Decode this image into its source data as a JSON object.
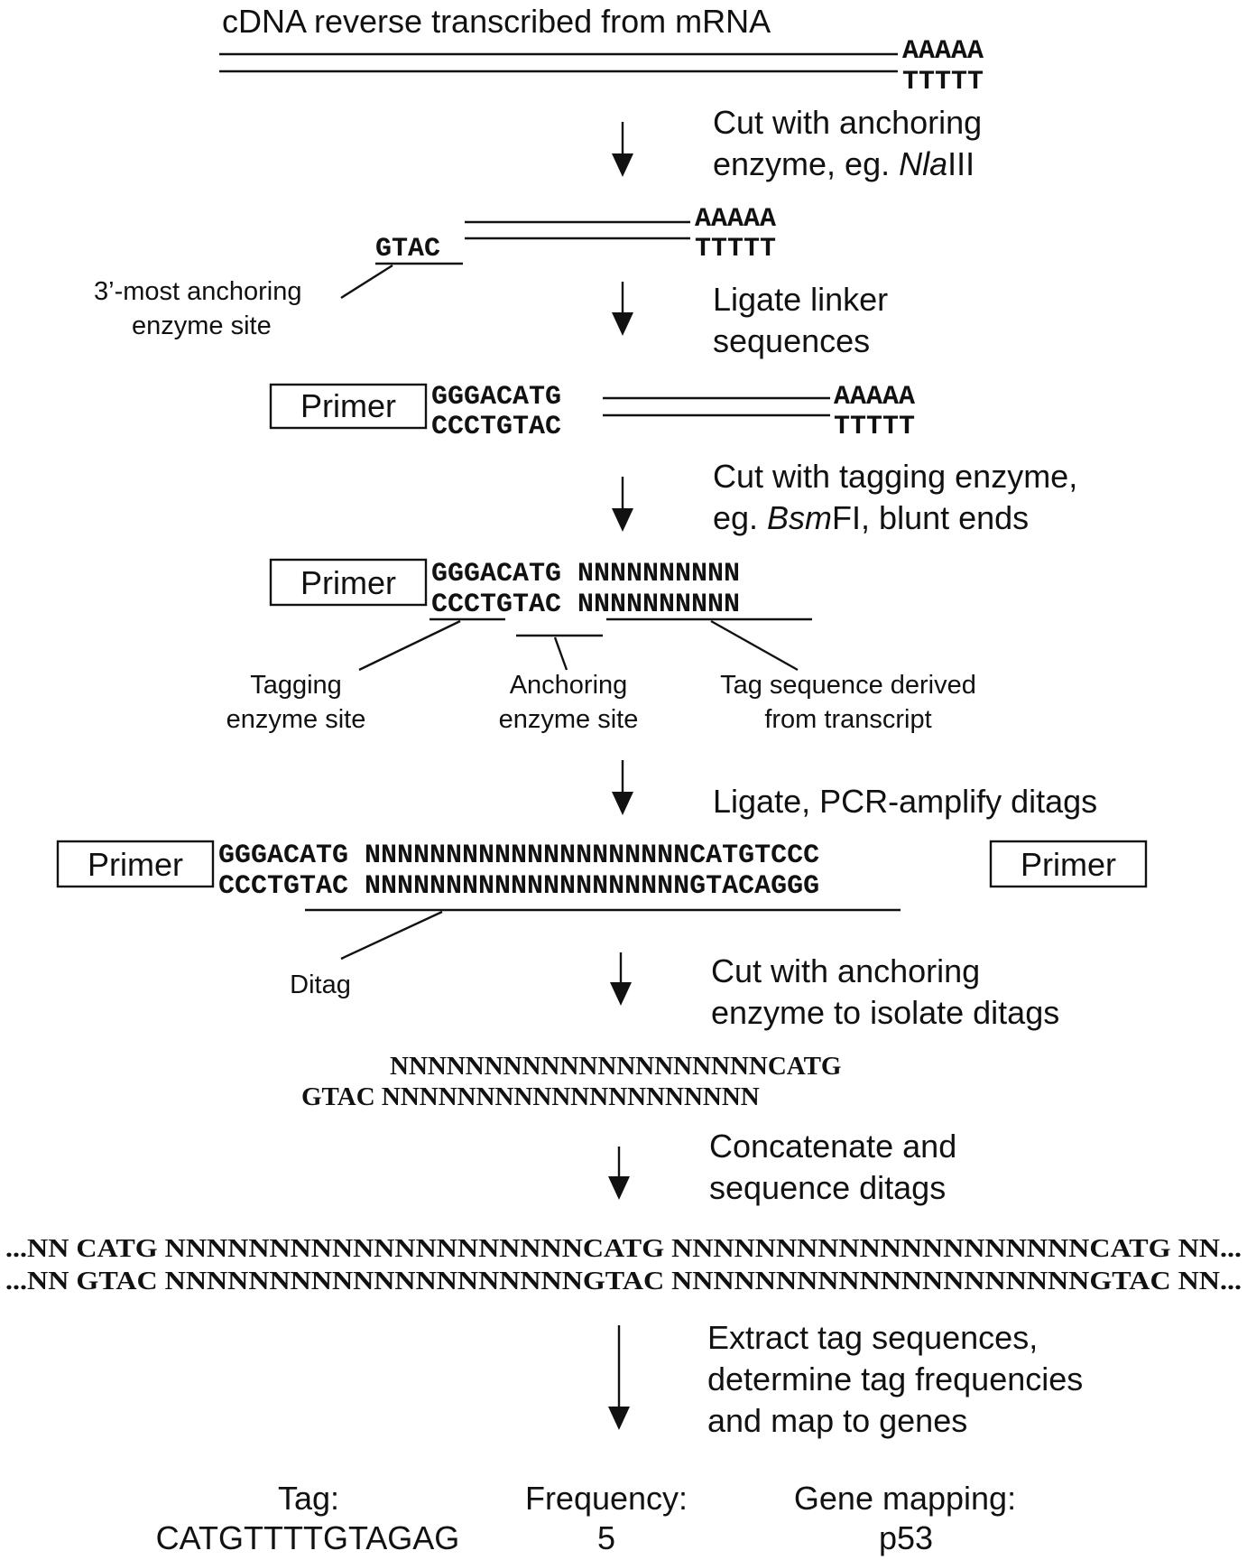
{
  "cdna": {
    "title": "cDNA reverse transcribed from mRNA",
    "polyA": "AAAAA",
    "polyT": "TTTTT"
  },
  "step1": {
    "line1": "Cut with anchoring",
    "line2_pre": "enzyme, eg. ",
    "line2_italic": "Nla",
    "line2_post": "III"
  },
  "fragment1": {
    "gtac": "GTAC",
    "polyA": "AAAAA",
    "polyT": "TTTTT",
    "site_label_1": "3’-most anchoring",
    "site_label_2": "enzyme site"
  },
  "step2": {
    "line1": "Ligate linker",
    "line2": "sequences"
  },
  "fragment2": {
    "primer": "Primer",
    "top_seq": "GGGACATG",
    "bottom_seq": "CCCTGTAC",
    "polyA": "AAAAA",
    "polyT": "TTTTT"
  },
  "step3": {
    "line1": "Cut with tagging enzyme,",
    "line2_pre": "eg. ",
    "line2_italic": "Bsm",
    "line2_post": "FI, blunt ends"
  },
  "fragment3": {
    "primer": "Primer",
    "top_seq": "GGGACATG NNNNNNNNNN",
    "bottom_seq": "CCCTGTAC NNNNNNNNNN",
    "label_tagging_1": "Tagging",
    "label_tagging_2": "enzyme site",
    "label_anchoring_1": "Anchoring",
    "label_anchoring_2": "enzyme site",
    "label_tag_1": "Tag sequence derived",
    "label_tag_2": "from transcript"
  },
  "step4": {
    "line1": "Ligate, PCR-amplify ditags"
  },
  "fragment4": {
    "primer_left": "Primer",
    "primer_right": "Primer",
    "top_seq": "GGGACATG NNNNNNNNNNNNNNNNNNNNCATGTCCC",
    "bottom_seq": "CCCTGTAC NNNNNNNNNNNNNNNNNNNNGTACAGGG",
    "ditag_label": "Ditag"
  },
  "step5": {
    "line1": "Cut with anchoring",
    "line2": "enzyme to isolate ditags"
  },
  "fragment5": {
    "top_seq": "NNNNNNNNNNNNNNNNNNNNCATG",
    "bottom_seq": "GTAC NNNNNNNNNNNNNNNNNNNN"
  },
  "step6": {
    "line1": "Concatenate and",
    "line2": "sequence ditags"
  },
  "concatemer": {
    "top_seq": "...NN CATG NNNNNNNNNNNNNNNNNNNNCATG NNNNNNNNNNNNNNNNNNNNCATG NN...",
    "bottom_seq": "...NN GTAC NNNNNNNNNNNNNNNNNNNNGTAC NNNNNNNNNNNNNNNNNNNNGTAC NN..."
  },
  "step7": {
    "line1": "Extract tag sequences,",
    "line2": "determine tag frequencies",
    "line3": "and map to genes"
  },
  "result": {
    "tag_header": "Tag:",
    "frequency_header": "Frequency:",
    "gene_header": "Gene mapping:",
    "tag_value": "CATGTTTTGTAGAG",
    "frequency_value": "5",
    "gene_value": "p53"
  }
}
